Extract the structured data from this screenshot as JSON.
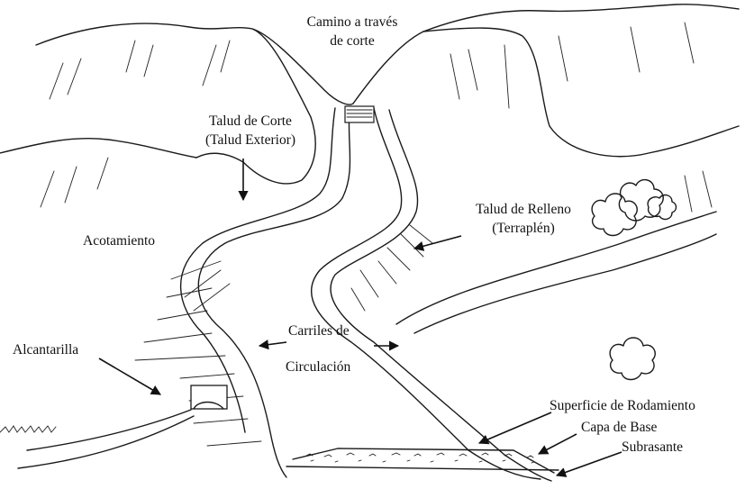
{
  "labels": {
    "camino_line1": "Camino a través",
    "camino_line2": "de corte",
    "talud_corte_line1": "Talud de Corte",
    "talud_corte_line2": "(Talud Exterior)",
    "talud_relleno_line1": "Talud de Relleno",
    "talud_relleno_line2": "(Terraplén)",
    "acotamiento": "Acotamiento",
    "alcantarilla": "Alcantarilla",
    "carriles_line1": "Carriles de",
    "carriles_line2": "Circulación",
    "superficie": "Superficie de Rodamiento",
    "capa_base": "Capa de Base",
    "subrasante": "Subrasante"
  }
}
